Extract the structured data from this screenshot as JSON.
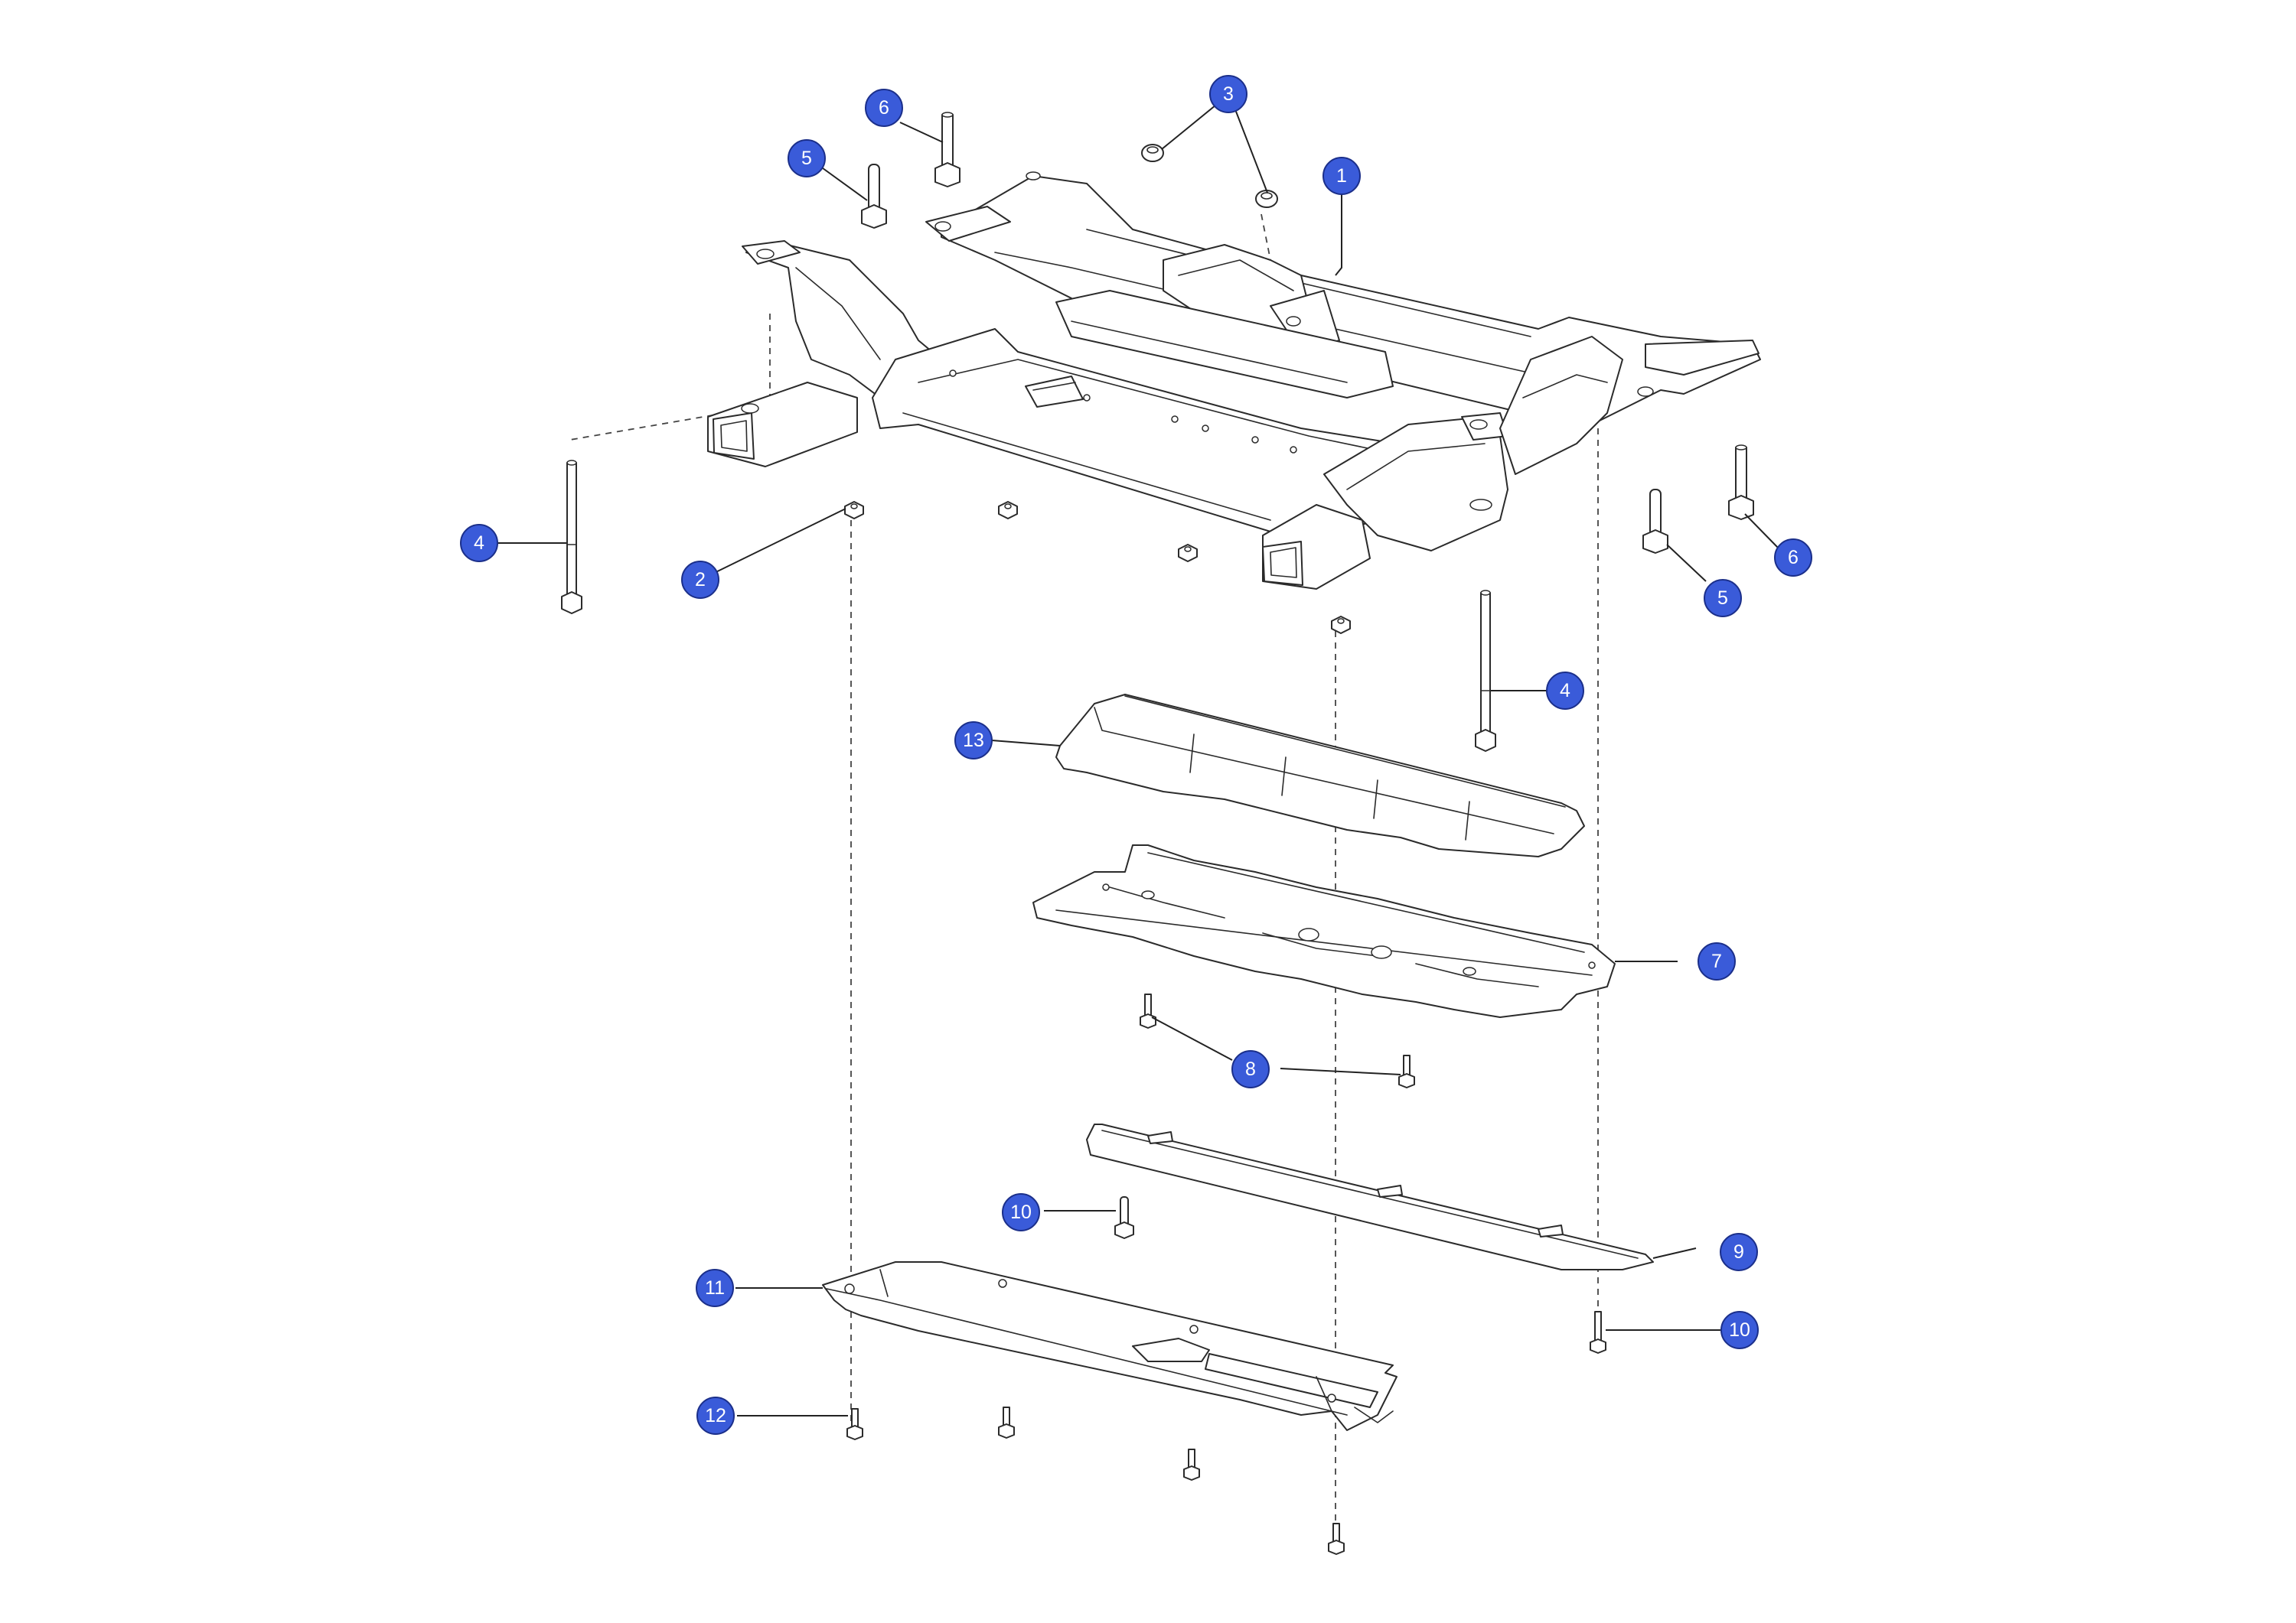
{
  "diagram": {
    "badge_color": "#3a5bd9",
    "callouts": [
      {
        "id": "c1",
        "number": "1"
      },
      {
        "id": "c2",
        "number": "2"
      },
      {
        "id": "c3",
        "number": "3"
      },
      {
        "id": "c4a",
        "number": "4"
      },
      {
        "id": "c4b",
        "number": "4"
      },
      {
        "id": "c5a",
        "number": "5"
      },
      {
        "id": "c5b",
        "number": "5"
      },
      {
        "id": "c6a",
        "number": "6"
      },
      {
        "id": "c6b",
        "number": "6"
      },
      {
        "id": "c7",
        "number": "7"
      },
      {
        "id": "c8",
        "number": "8"
      },
      {
        "id": "c9",
        "number": "9"
      },
      {
        "id": "c10a",
        "number": "10"
      },
      {
        "id": "c10b",
        "number": "10"
      },
      {
        "id": "c11",
        "number": "11"
      },
      {
        "id": "c12",
        "number": "12"
      },
      {
        "id": "c13",
        "number": "13"
      }
    ]
  }
}
